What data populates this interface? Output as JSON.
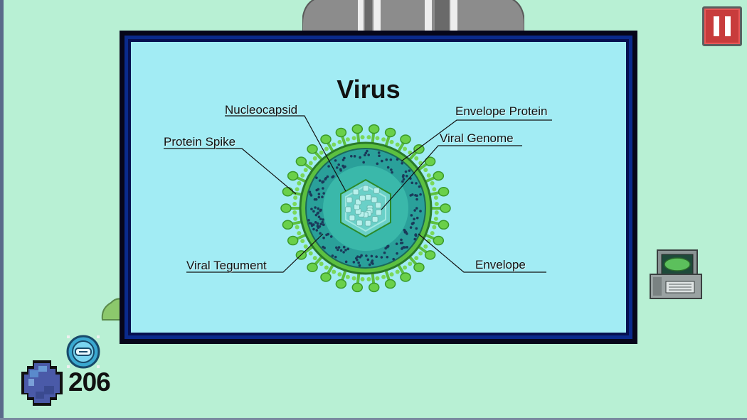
{
  "hud": {
    "gem_count": "206"
  },
  "board": {
    "title": "Virus",
    "labels": {
      "nucleocapsid": "Nucleocapsid",
      "envelope_protein": "Envelope Protein",
      "protein_spike": "Protein Spike",
      "viral_genome": "Viral Genome",
      "viral_tegument": "Viral Tegument",
      "envelope": "Envelope"
    }
  },
  "colors": {
    "background": "#b8f0d4",
    "screen": "#a2ecf4",
    "frame": "#0a2a8c",
    "pause": "#c83c3c",
    "virus_green": "#5cc040",
    "virus_teal": "#2aa09a"
  },
  "icons": {
    "pause": "pause-icon",
    "computer": "computer-terminal-icon",
    "gem": "gem-icon",
    "coin": "coin-icon"
  }
}
